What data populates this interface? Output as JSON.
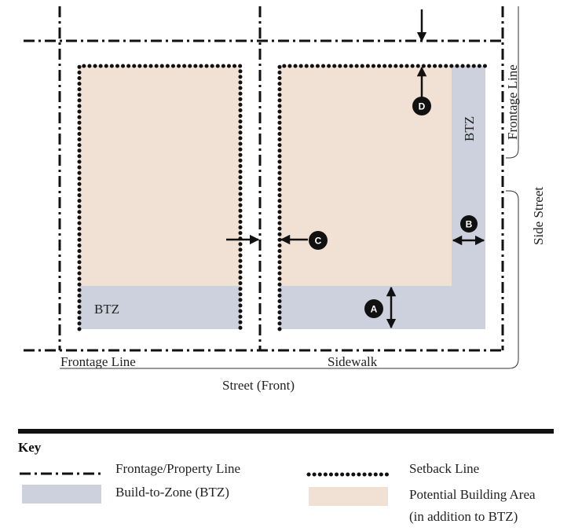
{
  "diagram": {
    "labels": {
      "btz_left": "BTZ",
      "btz_right": "BTZ",
      "frontage_line_bottom": "Frontage Line",
      "frontage_line_right": "Frontage Line",
      "sidewalk": "Sidewalk",
      "street_front": "Street (Front)",
      "side_street": "Side Street"
    },
    "markers": {
      "a": "A",
      "b": "B",
      "c": "C",
      "d": "D"
    }
  },
  "key": {
    "title": "Key",
    "frontage_property_line": "Frontage/Property Line",
    "setback_line": "Setback Line",
    "build_to_zone": "Build-to-Zone (BTZ)",
    "potential_building_area": "Potential Building Area",
    "potential_building_area_note": "(in addition to BTZ)"
  },
  "colors": {
    "btz": "#cdd0dd",
    "building_area": "#f0e1d4",
    "line": "#111111"
  }
}
